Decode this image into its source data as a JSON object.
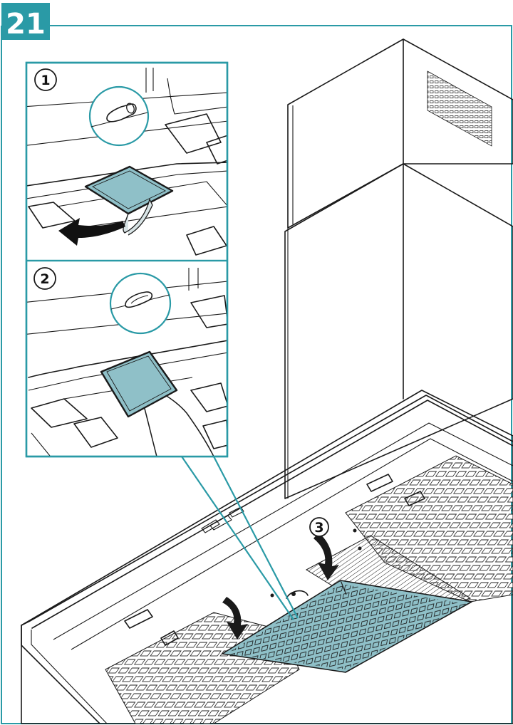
{
  "figure": {
    "step_number": "21",
    "callout_1": "1",
    "callout_2": "2",
    "callout_3": "3"
  },
  "colors": {
    "accent": "#2a9aa6",
    "filter_fill": "#8fc0c8",
    "ink": "#1a1a1a",
    "background": "#ffffff"
  },
  "icons": [
    "push-arrow-icon",
    "peel-arrow-icon"
  ]
}
